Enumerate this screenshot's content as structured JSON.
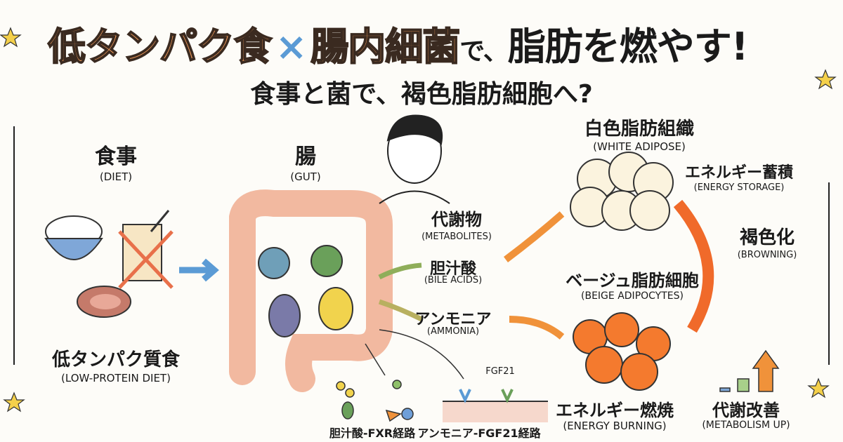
{
  "title": {
    "part1": "低タンパク食",
    "times": "×",
    "part2": "腸内細菌",
    "part3": "で、",
    "part4": "脂肪を燃やす!"
  },
  "subtitle": "食事と菌で、褐色脂肪細胞へ?",
  "diet": {
    "jp": "食事",
    "en": "(DIET)"
  },
  "gut": {
    "jp": "腸",
    "en": "(GUT)"
  },
  "low_protein": {
    "jp": "低タンパク質食",
    "en": "(LOW-PROTEIN DIET)"
  },
  "metabolites": {
    "jp": "代謝物",
    "en": "(METABOLITES)"
  },
  "bile_acids": {
    "jp": "胆汁酸",
    "en": "(BILE ACIDS)"
  },
  "ammonia": {
    "jp": "アンモニア",
    "en": "(AMMONIA)"
  },
  "white_adipose": {
    "jp": "白色脂肪組織",
    "en": "(WHITE ADIPOSE)"
  },
  "energy_storage": {
    "jp": "エネルギー蓄積",
    "en": "(ENERGY STORAGE)"
  },
  "browning": {
    "jp": "褐色化",
    "en": "(BROWNING)"
  },
  "beige": {
    "jp": "ベージュ脂肪細胞",
    "en": "(BEIGE ADIPOCYTES)"
  },
  "energy_burning": {
    "jp": "エネルギー燃焼",
    "en": "(ENERGY BURNING)"
  },
  "metabolism_up": {
    "jp": "代謝改善",
    "en": "(METABOLISM UP)"
  },
  "fgf21": "FGF21",
  "pathway_fxr": "胆汁酸-FXR経路",
  "pathway_fgf21": "アンモニア-FGF21経路",
  "colors": {
    "accent_orange": "#ef9a5a",
    "blue": "#5b9bd5",
    "gut": "#f2b9a0",
    "fire": "#f06a2a"
  }
}
